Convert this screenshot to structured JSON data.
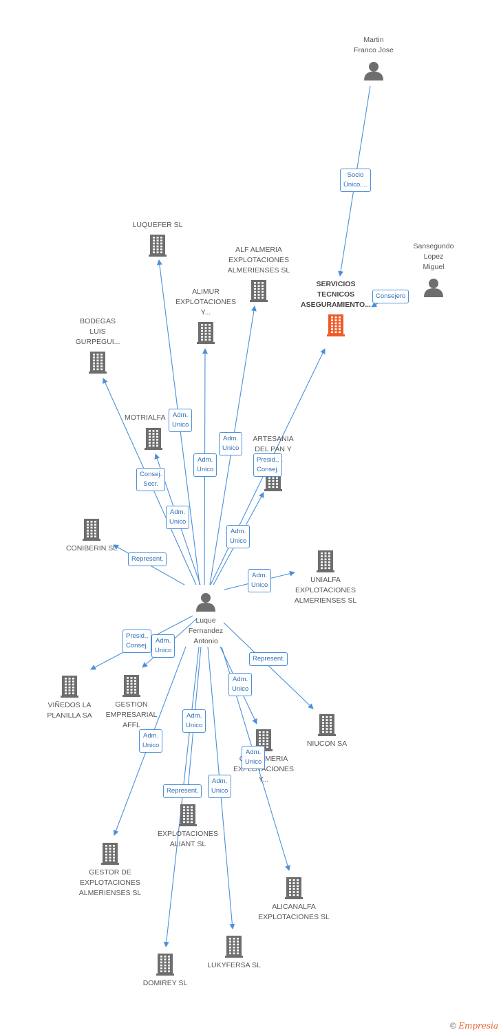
{
  "icon_names": {
    "company": "building-icon",
    "person": "person-icon"
  },
  "colors": {
    "link": "#4a90d9",
    "label_text": "#2f6fb5",
    "icon": "#6e6e6e",
    "focus": "#f05a28"
  },
  "nodes": [
    {
      "id": "martin",
      "kind": "person",
      "lines": [
        "Martin",
        "Franco Jose"
      ]
    },
    {
      "id": "sansegundo",
      "kind": "person",
      "lines": [
        "Sansegundo",
        "Lopez",
        "Miguel"
      ]
    },
    {
      "id": "servicios",
      "kind": "company",
      "focus": true,
      "lines": [
        "SERVICIOS",
        "TECNICOS",
        "ASEGURAMIENTO..."
      ]
    },
    {
      "id": "luquefer",
      "kind": "company",
      "lines": [
        "LUQUEFER SL"
      ]
    },
    {
      "id": "alf",
      "kind": "company",
      "lines": [
        "ALF ALMERIA",
        "EXPLOTACIONES",
        "ALMERIENSES SL"
      ]
    },
    {
      "id": "alimur",
      "kind": "company",
      "lines": [
        "ALIMUR",
        "EXPLOTACIONES",
        "Y..."
      ]
    },
    {
      "id": "bodegas",
      "kind": "company",
      "lines": [
        "BODEGAS",
        "LUIS",
        "GURPEGUI..."
      ]
    },
    {
      "id": "motrialfa",
      "kind": "company",
      "lines": [
        "MOTRIALFA"
      ]
    },
    {
      "id": "artesania",
      "kind": "company",
      "lines": [
        "ARTESANIA",
        "DEL PAN Y",
        "L...SL"
      ]
    },
    {
      "id": "coniberin",
      "kind": "company",
      "lines": [
        "CONIBERIN SL"
      ]
    },
    {
      "id": "unialfa",
      "kind": "company",
      "lines": [
        "UNIALFA",
        "EXPLOTACIONES",
        "ALMERIENSES SL"
      ]
    },
    {
      "id": "luque",
      "kind": "person",
      "lines": [
        "Luque",
        "Fernandez",
        "Antonio"
      ]
    },
    {
      "id": "vinedos",
      "kind": "company",
      "lines": [
        "VIÑEDOS LA",
        "PLANILLA SA"
      ]
    },
    {
      "id": "gestion",
      "kind": "company",
      "lines": [
        "GESTION",
        "EMPRESARIAL",
        "AFFL"
      ]
    },
    {
      "id": "niucon",
      "kind": "company",
      "lines": [
        "NIUCON SA"
      ]
    },
    {
      "id": "grupo",
      "kind": "company",
      "lines": [
        "GR...ALMERIA",
        "EXPLOTACIONES",
        "Y..."
      ]
    },
    {
      "id": "aliant",
      "kind": "company",
      "lines": [
        "EXPLOTACIONES",
        "ALIANT SL"
      ]
    },
    {
      "id": "gestor",
      "kind": "company",
      "lines": [
        "GESTOR DE",
        "EXPLOTACIONES",
        "ALMERIENSES SL"
      ]
    },
    {
      "id": "alicanalfa",
      "kind": "company",
      "lines": [
        "ALICANALFA",
        "EXPLOTACIONES SL"
      ]
    },
    {
      "id": "lukyfersa",
      "kind": "company",
      "lines": [
        "LUKYFERSA SL"
      ]
    },
    {
      "id": "domirey",
      "kind": "company",
      "lines": [
        "DOMIREY SL"
      ]
    }
  ],
  "relations": [
    {
      "from": "martin",
      "to": "servicios",
      "lines": [
        "Socio",
        "Único,..."
      ]
    },
    {
      "from": "sansegundo",
      "to": "servicios",
      "lines": [
        "Consejero"
      ]
    },
    {
      "from": "luque",
      "to": "luquefer",
      "lines": [
        "Adm.",
        "Unico"
      ]
    },
    {
      "from": "luque",
      "to": "alf",
      "lines": [
        "Adm.",
        "Unico"
      ]
    },
    {
      "from": "luque",
      "to": "alimur",
      "lines": [
        "Adm.",
        "Unico"
      ]
    },
    {
      "from": "luque",
      "to": "bodegas",
      "lines": [
        "Consej.",
        "Secr."
      ]
    },
    {
      "from": "luque",
      "to": "motrialfa",
      "lines": [
        "Adm.",
        "Unico"
      ]
    },
    {
      "from": "luque",
      "to": "servicios",
      "lines": [
        "Presid.,",
        "Consej."
      ]
    },
    {
      "from": "luque",
      "to": "artesania",
      "lines": [
        "Adm.",
        "Unico"
      ]
    },
    {
      "from": "luque",
      "to": "coniberin",
      "lines": [
        "Represent."
      ]
    },
    {
      "from": "luque",
      "to": "unialfa",
      "lines": [
        "Adm.",
        "Unico"
      ]
    },
    {
      "from": "luque",
      "to": "vinedos",
      "lines": [
        "Presid.,",
        "Consej."
      ]
    },
    {
      "from": "luque",
      "to": "gestion",
      "lines": [
        "Adm.",
        "Unico"
      ]
    },
    {
      "from": "luque",
      "to": "niucon",
      "lines": [
        "Represent."
      ]
    },
    {
      "from": "luque",
      "to": "grupo",
      "lines": [
        "Adm.",
        "Unico"
      ]
    },
    {
      "from": "luque",
      "to": "gestor",
      "lines": [
        "Adm.",
        "Unico"
      ]
    },
    {
      "from": "luque",
      "to": "aliant",
      "lines": [
        "Represent."
      ]
    },
    {
      "from": "luque",
      "to": "domirey",
      "lines": [
        "Adm.",
        "Unico"
      ]
    },
    {
      "from": "luque",
      "to": "lukyfersa",
      "lines": [
        "Adm.",
        "Unico"
      ]
    },
    {
      "from": "luque",
      "to": "alicanalfa",
      "lines": [
        "Adm.",
        "Unico"
      ]
    }
  ],
  "footer": {
    "copyright": "©",
    "brand": "Empresia"
  }
}
